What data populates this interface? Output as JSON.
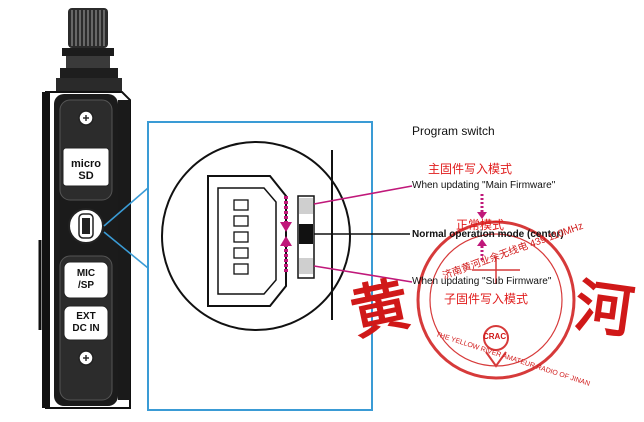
{
  "radio": {
    "slot_label_line1": "micro",
    "slot_label_line2": "SD",
    "jack1_line1": "MIC",
    "jack1_line2": "/SP",
    "jack2_line1": "EXT",
    "jack2_line2": "DC IN"
  },
  "diagram": {
    "title": "Program switch",
    "positions": [
      {
        "cn": "主固件写入模式",
        "en": "When updating \"Main Firmware\""
      },
      {
        "cn": "正常模式",
        "en": "Normal operation mode (center)"
      },
      {
        "cn": "子固件写入模式",
        "en": "When updating \"Sub Firmware\""
      }
    ]
  },
  "stamp": {
    "arc_top": "济南黄河业余无线电 439.110MHz",
    "arc_bottom": "THE YELLOW RIVER AMATEUR RADIO OF JINAN",
    "center_badge": "CRAC",
    "side_left": "黄",
    "side_right": "河"
  },
  "colors": {
    "callout_blue": "#3a9bd5",
    "leader_magenta": "#c0187a",
    "stamp_red": "#d01818"
  }
}
